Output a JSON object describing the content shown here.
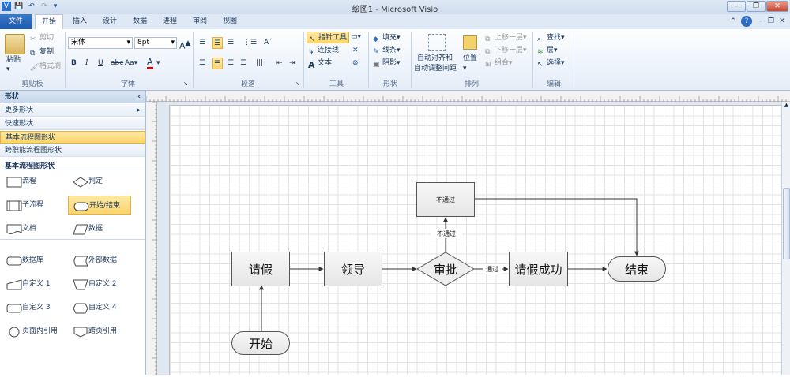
{
  "window": {
    "title": "绘图1 - Microsoft Visio"
  },
  "tabs": [
    "文件",
    "开始",
    "插入",
    "设计",
    "数据",
    "进程",
    "审阅",
    "视图"
  ],
  "ribbon": {
    "clipboard": {
      "paste": "粘贴",
      "cut": "剪切",
      "copy": "复制",
      "format_painter": "格式刷",
      "label": "剪贴板"
    },
    "font": {
      "name": "宋体",
      "size": "8pt",
      "bold": "B",
      "italic": "I",
      "underline": "U",
      "strike": "abc",
      "case": "Aa",
      "label": "字体"
    },
    "paragraph": {
      "label": "段落"
    },
    "tools": {
      "pointer": "指针工具",
      "connector": "连接线",
      "text": "文本",
      "label": "工具"
    },
    "shape": {
      "fill": "填充",
      "line": "线条",
      "shadow": "阴影",
      "label": "形状"
    },
    "arrange": {
      "auto_align": "自动对齐和",
      "auto_space": "自动调整间距",
      "position": "位置",
      "bring_forward": "上移一层",
      "send_backward": "下移一层",
      "group": "组合",
      "label": "排列"
    },
    "editing": {
      "find": "查找",
      "layers": "层",
      "select": "选择",
      "label": "编辑"
    }
  },
  "shapes_pane": {
    "title": "形状",
    "more_shapes": "更多形状",
    "quick_shapes": "快速形状",
    "stencil_basic": "基本流程图形状",
    "stencil_cross": "跨职能流程图形状",
    "section_title": "基本流程图形状",
    "items": [
      "流程",
      "判定",
      "子流程",
      "开始/结束",
      "文档",
      "数据",
      "数据库",
      "外部数据",
      "自定义 1",
      "自定义 2",
      "自定义 3",
      "自定义 4",
      "页面内引用",
      "跨页引用"
    ]
  },
  "diagram": {
    "qingjia": "请假",
    "lingdao": "领导",
    "shenpi": "审批",
    "chenggong": "请假成功",
    "jieshu": "结束",
    "kaishi": "开始",
    "butongguo_box": "不通过",
    "butongguo_label": "不通过",
    "tongguo_label": "通过"
  }
}
